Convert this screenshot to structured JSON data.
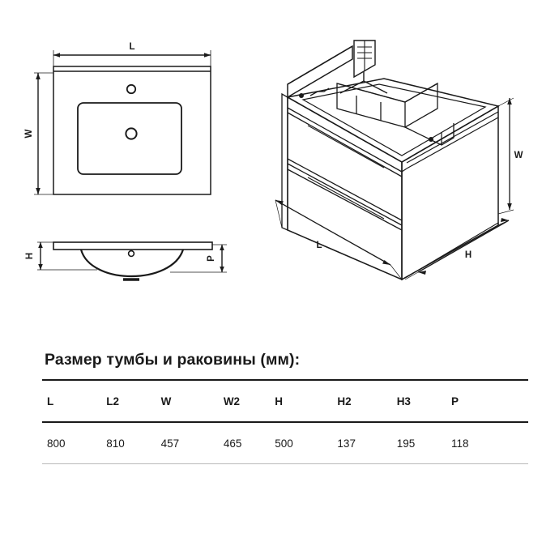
{
  "views": {
    "sink_plan": {
      "name": "Sink top view",
      "dim_length_label": "L",
      "dim_width_label": "W",
      "tap_hole": "tap-hole",
      "drain_hole": "drain-hole"
    },
    "sink_section": {
      "name": "Sink front section",
      "dim_height_label": "H",
      "dim_depth_label": "P",
      "overflow_hole": "overflow-hole"
    },
    "cabinet_iso": {
      "name": "Cabinet isometric view",
      "dim_length_label": "L",
      "dim_height_label": "H",
      "dim_width_label": "W",
      "drawer_upper": "upper drawer",
      "drawer_lower": "lower drawer",
      "bracket": "wall mounting bracket"
    }
  },
  "table": {
    "title": "Размер тумбы и раковины (мм):",
    "headers": [
      "L",
      "L2",
      "W",
      "W2",
      "H",
      "H2",
      "H3",
      "P"
    ],
    "rows": [
      [
        "800",
        "810",
        "457",
        "465",
        "500",
        "137",
        "195",
        "118"
      ]
    ]
  },
  "colors": {
    "line": "#1a1a1a",
    "background": "#ffffff",
    "rule_light": "#b9b9b9"
  }
}
